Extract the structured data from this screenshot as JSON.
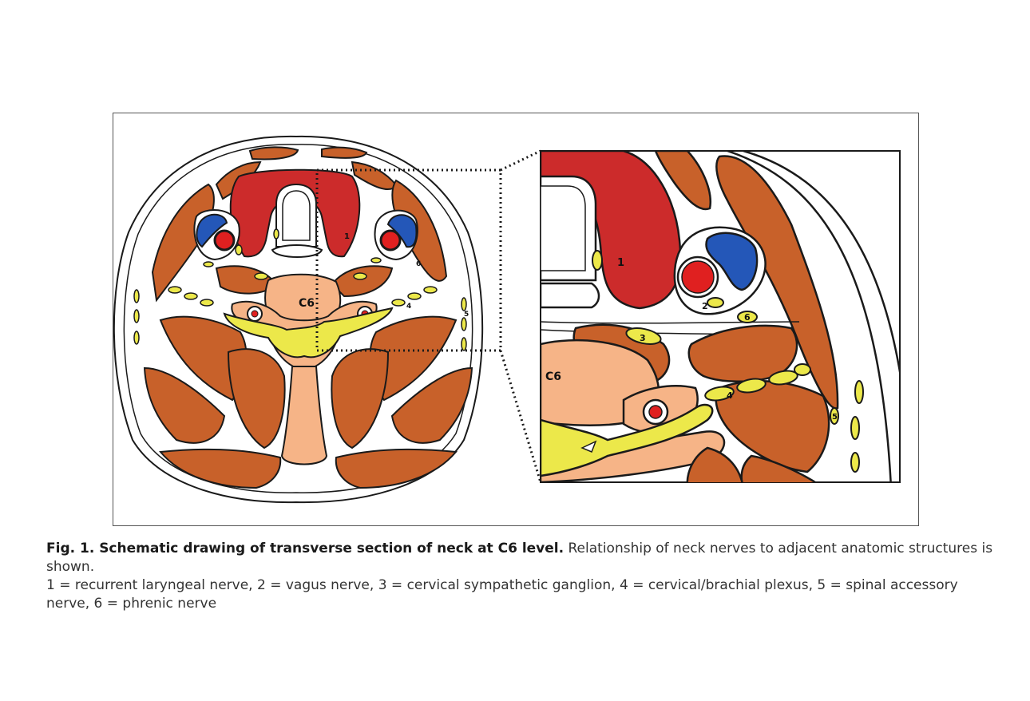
{
  "caption": {
    "title": "Fig. 1. Schematic drawing of transverse section of neck at C6 level.",
    "text": "Relationship of neck nerves to adjacent anatomic structures is shown.",
    "legend": "1 = recurrent laryngeal nerve, 2 = vagus nerve, 3 = cervical sympathetic ganglion, 4 = cervical/brachial plexus, 5 = spinal accessory nerve, 6 = phrenic nerve"
  },
  "labels": {
    "vertebra": "C6",
    "n1": "1",
    "n2": "2",
    "n3": "3",
    "n4": "4",
    "n5": "5",
    "n6": "6"
  },
  "colors": {
    "muscle": "#c8612a",
    "thyroid": "#cc2b2b",
    "artery": "#e02020",
    "vein": "#2457b8",
    "nerve": "#ece84a",
    "bone": "#f6b487",
    "outline": "#1a1a1a"
  }
}
